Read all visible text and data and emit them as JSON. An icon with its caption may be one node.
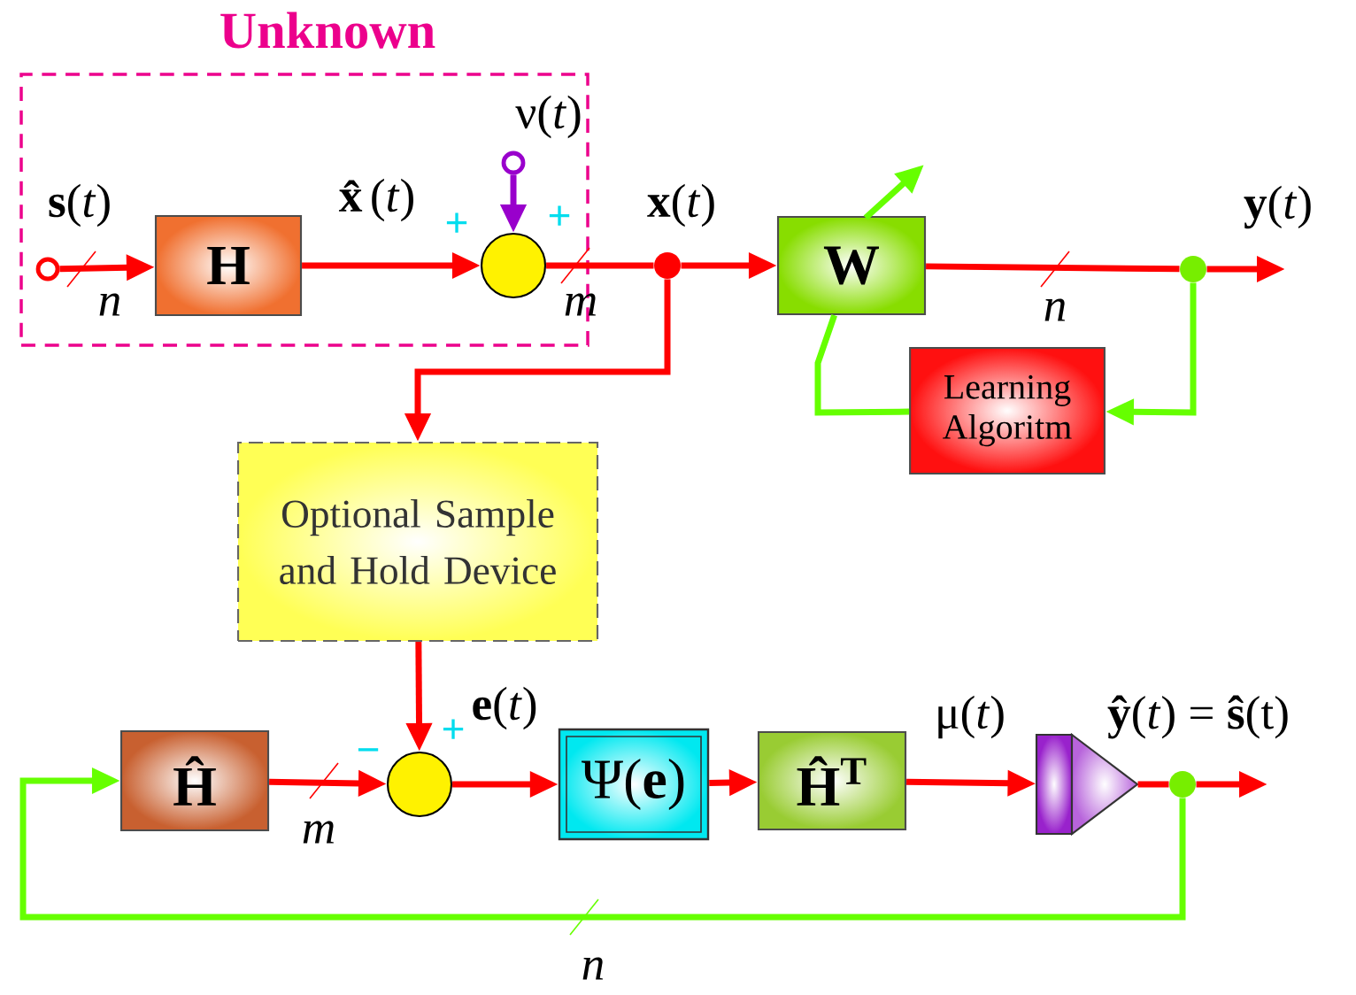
{
  "diagram": {
    "nodes": [
      {
        "text": [
          "Unknown"
        ]
      },
      {
        "text": [],
        "shape": "circle",
        "in": 0,
        "beside": [
          "**s**(*t*)"
        ]
      },
      {
        "text": [
          "H"
        ],
        "in": 0
      },
      {
        "text": [],
        "shape": "circle",
        "in": 0
      },
      {
        "text": [],
        "shape": "circle",
        "in": 0,
        "beside": [
          "ν(*t*)"
        ]
      },
      {
        "text": [],
        "shape": "circle",
        "beside": [
          "**x**(*t*)"
        ]
      },
      {
        "text": [
          "W"
        ]
      },
      {
        "text": [],
        "shape": "circle"
      },
      {
        "text": [
          "Learning Algoritm"
        ]
      },
      {
        "text": [
          "Optional Sample and Hold Device"
        ]
      },
      {
        "text": [
          "Ĥ"
        ]
      },
      {
        "text": [],
        "shape": "circle"
      },
      {
        "text": [
          "Ψ(**e**)"
        ]
      },
      {
        "text": [
          "**Ĥ**$^{T}$"
        ]
      },
      {
        "text": [],
        "shape": "triangle"
      },
      {
        "text": [],
        "shape": "circle"
      }
    ],
    "edges": [
      {
        "from": 1,
        "to": 2,
        "arrow": "to",
        "label": "*n*"
      },
      {
        "from": 2,
        "to": 3,
        "arrow": "to",
        "label": "**x̂**(*t*)"
      },
      {
        "from": 4,
        "to": 3,
        "arrow": "to",
        "color": "#9900cc"
      },
      {
        "from": 3,
        "to": 5,
        "arrow": "none",
        "label": "*m*"
      },
      {
        "from": 5,
        "to": 6,
        "arrow": "to"
      },
      {
        "from": 5,
        "to": 9,
        "arrow": "to"
      },
      {
        "from": 6,
        "to": 7,
        "arrow": "none",
        "label": "*n*"
      },
      {
        "from": 7,
        "to": null,
        "arrow": "to"
      },
      {
        "from": 7,
        "to": 8,
        "arrow": "to",
        "color": "#66ff00"
      },
      {
        "from": 8,
        "to": 6,
        "arrow": "none",
        "color": "#66ff00"
      },
      {
        "from": 9,
        "to": 11,
        "arrow": "to"
      },
      {
        "from": 10,
        "to": 11,
        "arrow": "to",
        "label": "*m*"
      },
      {
        "from": 11,
        "to": 12,
        "arrow": "to"
      },
      {
        "from": 12,
        "to": 13,
        "arrow": "to"
      },
      {
        "from": 13,
        "to": 14,
        "arrow": "to",
        "label": "μ(*t*)"
      },
      {
        "from": 14,
        "to": 15,
        "arrow": "none"
      },
      {
        "from": 15,
        "to": null,
        "arrow": "to"
      },
      {
        "from": 15,
        "to": 10,
        "arrow": "to",
        "color": "#66ff00",
        "label": "*n*"
      }
    ],
    "labels": [
      "+",
      "+",
      "**y**(*t*)",
      "**e**(*t*)",
      "−",
      "+",
      "**ŷ**(*t*) = **ŝ**(t)"
    ]
  }
}
